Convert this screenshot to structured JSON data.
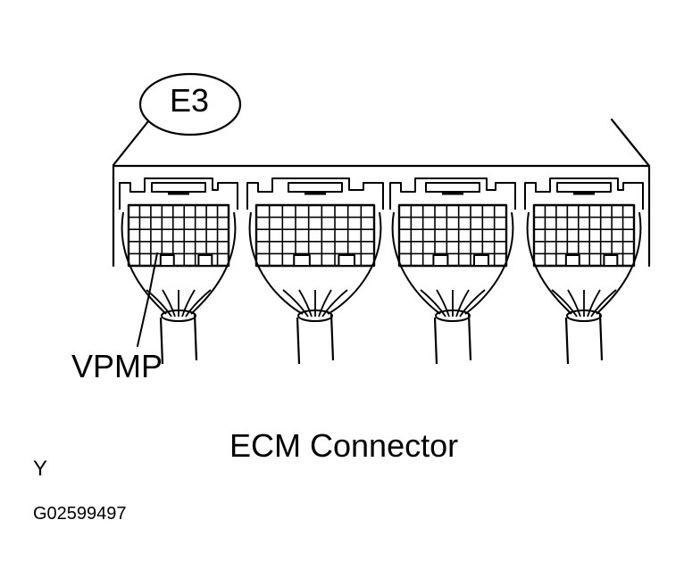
{
  "diagram": {
    "callout_label": "E3",
    "pin_label": "VPMP",
    "title": "ECM Connector",
    "corner_mark": "Y",
    "figure_code": "G02599497"
  },
  "colors": {
    "ink": "#000000",
    "paper": "#ffffff"
  },
  "connector": {
    "block_count": 4,
    "grid_rows": 5,
    "grid_cols": 9
  }
}
